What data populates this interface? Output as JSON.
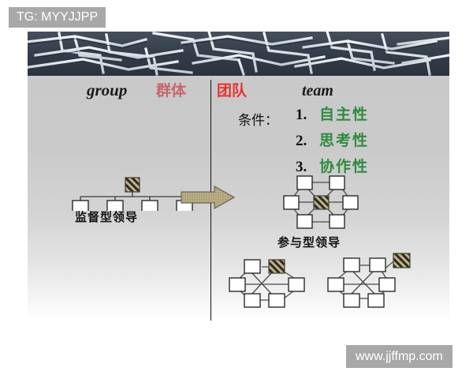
{
  "watermarks": {
    "top_left": "TG: MYYJJPP",
    "bottom_right": "www.jjffmp.com"
  },
  "slide": {
    "left_column": {
      "title_en": "group",
      "title_cn": "群体",
      "diagram_label": "监督型领导",
      "diagram_type": "hierarchy-tree",
      "leader_nodes": 1,
      "member_nodes": 4
    },
    "right_column": {
      "title_cn": "团队",
      "title_en": "team",
      "conditions_label": "条件：",
      "conditions": [
        {
          "number": "1.",
          "text": "自主性"
        },
        {
          "number": "2.",
          "text": "思考性"
        },
        {
          "number": "3.",
          "text": "协作性"
        }
      ],
      "diagram_label": "参与型领导",
      "diagram_type": "network-mesh",
      "networks": 3
    },
    "transition_arrow": "right-arrow"
  },
  "colors": {
    "group_cn_text": "#c4666b",
    "team_cn_text": "#ea2f2f",
    "condition_text": "#2e8b3e",
    "heading_text": "#1a1a1a",
    "leader_node_fill": "#b8a878",
    "member_node_fill": "#ffffff",
    "arrow_fill": "#b5a878",
    "divider_line": "#111111",
    "watermark_bg": "#a8a8a8",
    "panel_top": "#c9c9c9",
    "panel_bottom": "#fdfdfd",
    "maze_dark": "#3a4450",
    "maze_light": "#e9edf2"
  },
  "media": {
    "top_image": "maze-photo"
  }
}
